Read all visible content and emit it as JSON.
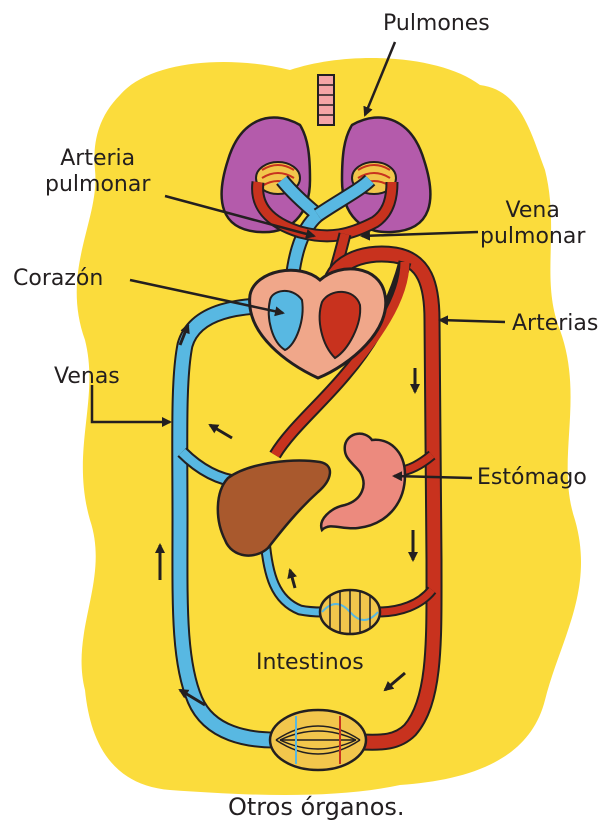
{
  "labels": {
    "pulmones": "Pulmones",
    "arteria_pulmonar": [
      "Arteria",
      "pulmonar"
    ],
    "vena_pulmonar": [
      "Vena",
      "pulmonar"
    ],
    "corazon": "Corazón",
    "arterias": "Arterias",
    "venas": "Venas",
    "estomago": "Estómago",
    "intestinos": "Intestinos",
    "otros_organos": "Otros órganos."
  },
  "colors": {
    "background_blob": "#fbdc3c",
    "artery_red": "#c8321e",
    "vein_blue": "#58b8e2",
    "lungs": "#b45bab",
    "liver": "#a9592d",
    "stomach": "#ec8a7e",
    "heart_outline": "#8a3a2c",
    "organ_yellow": "#f2c64c",
    "ink": "#231f20"
  }
}
